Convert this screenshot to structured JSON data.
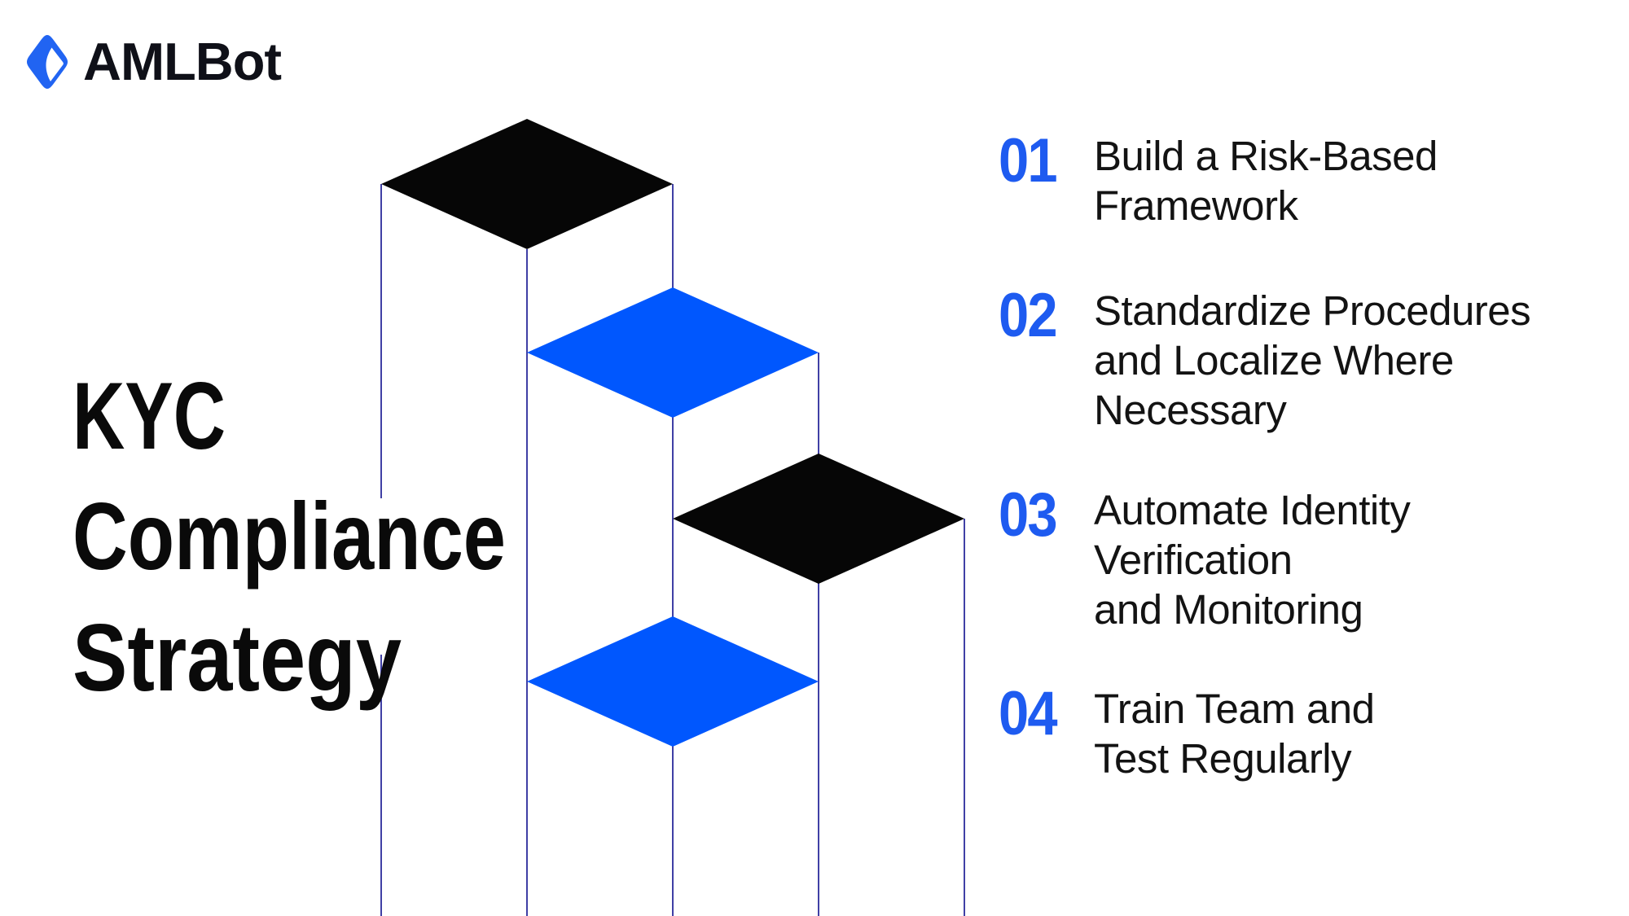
{
  "logo": {
    "brand": "AMLBot"
  },
  "heading": {
    "lines": [
      "KYC",
      "Compliance",
      "Strategy"
    ]
  },
  "steps": [
    {
      "number": "01",
      "lines": [
        "Build a Risk-Based",
        "Framework"
      ]
    },
    {
      "number": "02",
      "lines": [
        "Standardize Procedures",
        "and Localize Where",
        "Necessary"
      ]
    },
    {
      "number": "03",
      "lines": [
        "Automate Identity",
        "Verification",
        "and Monitoring"
      ]
    },
    {
      "number": "04",
      "lines": [
        "Train Team and",
        "Test Regularly"
      ]
    }
  ],
  "colors": {
    "background": "#FFFFFF",
    "logo_blue": "#2164F2",
    "accent_blue": "#1E5BF0",
    "diamond_blue": "#0057FE",
    "diamond_black": "#060606",
    "pillar_line": "#2A2A9B",
    "heading_text": "#0A0A0A",
    "body_text": "#131313"
  }
}
